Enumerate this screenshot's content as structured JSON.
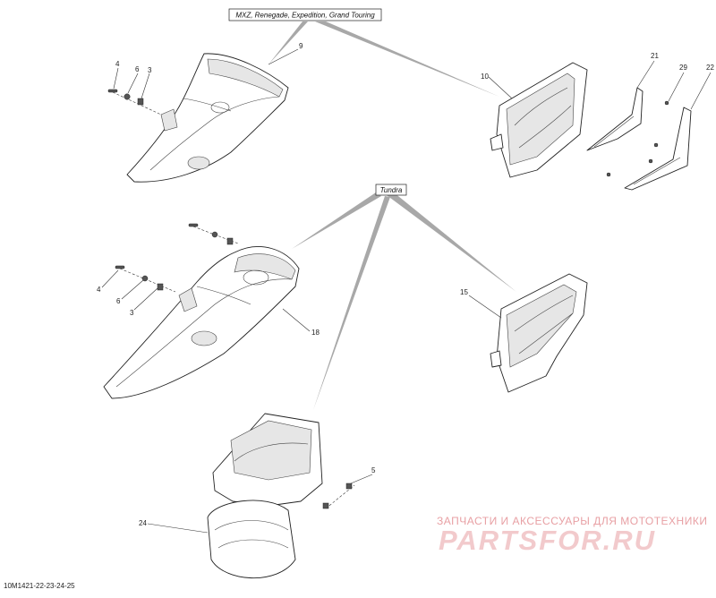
{
  "diagram": {
    "id_code": "10M1421-22-23-24-25",
    "group_labels": {
      "mxz": "MXZ, Renegade, Expedition, Grand Touring",
      "tundra": "Tundra"
    },
    "callouts": {
      "c9": "9",
      "c4a": "4",
      "c6a": "6",
      "c3a": "3",
      "c10": "10",
      "c21": "21",
      "c29": "29",
      "c22": "22",
      "c4b": "4",
      "c6b": "6",
      "c3b": "3",
      "c18": "18",
      "c15": "15",
      "c5": "5",
      "c24": "24"
    }
  },
  "watermark": {
    "subtitle": "ЗАПЧАСТИ И АКСЕССУАРЫ ДЛЯ МОТОТЕХНИКИ",
    "logo": "PARTSFOR.RU",
    "color": "#e8a0a4"
  }
}
